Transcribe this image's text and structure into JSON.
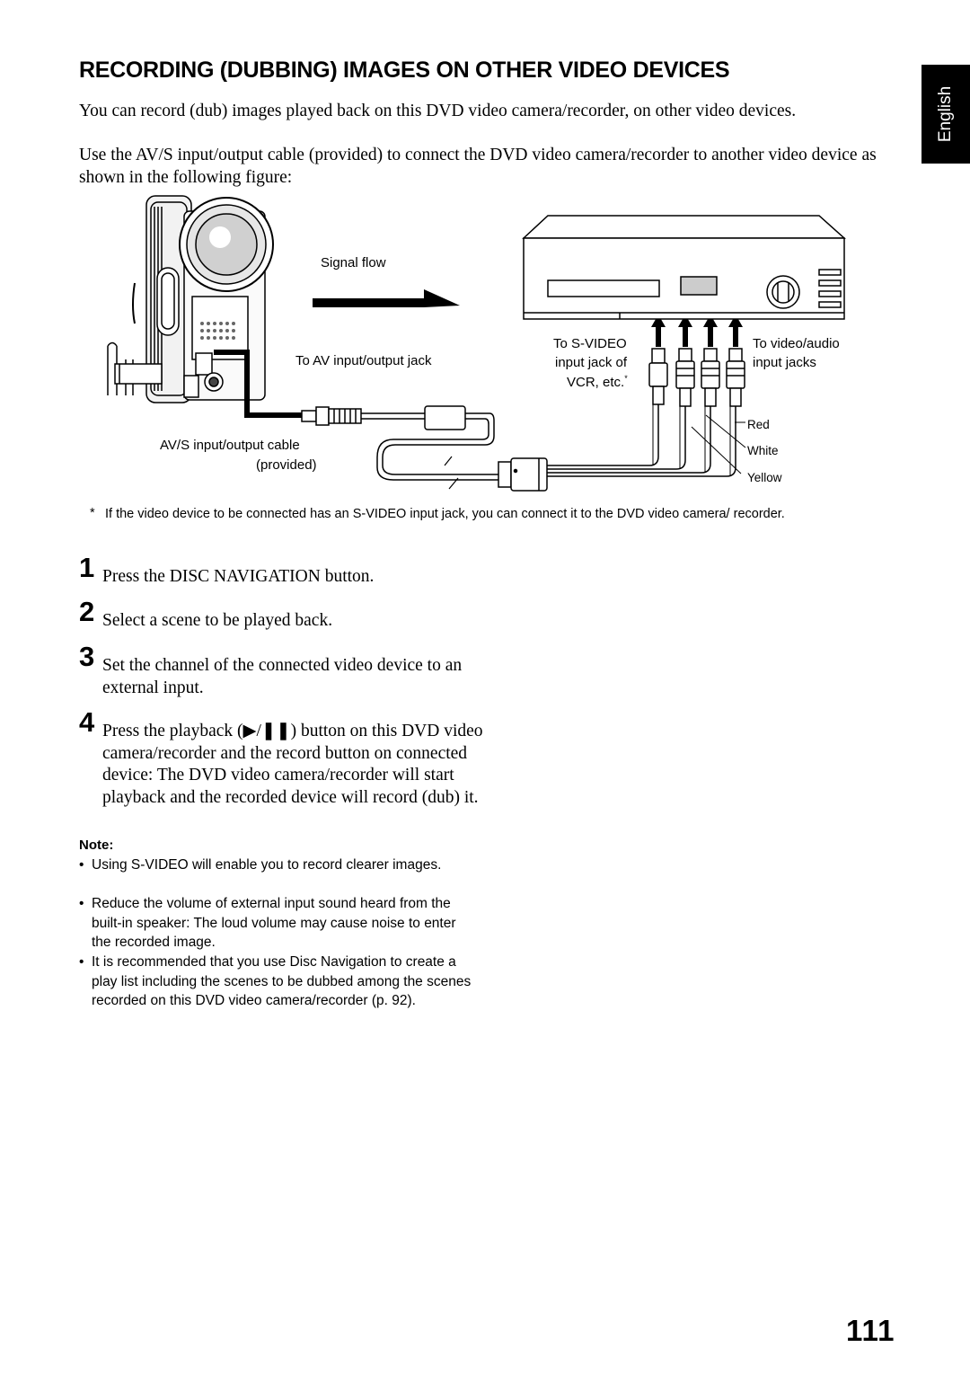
{
  "title": "RECORDING (DUBBING) IMAGES ON OTHER VIDEO DEVICES",
  "language_tab": "English",
  "intro": [
    "You can record (dub) images played back on this DVD video camera/recorder, on other video devices.",
    "Use the AV/S input/output cable (provided) to connect the DVD video camera/recorder to another video device as shown in the following figure:"
  ],
  "figure": {
    "signal_flow": "Signal flow",
    "av_jack": "To AV input/output jack",
    "cable_line1": "AV/S input/output cable",
    "cable_line2": "(provided)",
    "svideo_line1": "To S-VIDEO",
    "svideo_line2": "input jack of",
    "svideo_line3": "VCR, etc.",
    "svideo_mark": "*",
    "av_in_line1": "To video/audio",
    "av_in_line2": "input jacks",
    "plug_red": "Red",
    "plug_white": "White",
    "plug_yellow": "Yellow"
  },
  "footnote": {
    "mark": "*",
    "text": "If the video device to be connected has an S-VIDEO input jack, you can connect it to the DVD video camera/ recorder."
  },
  "steps": [
    {
      "num": "1",
      "text": "Press the DISC NAVIGATION button."
    },
    {
      "num": "2",
      "text": "Select a scene to be played back."
    },
    {
      "num": "3",
      "text": "Set the channel of the connected video device to an external input."
    },
    {
      "num": "4",
      "text": "Press the playback (▶/❚❚) button on this DVD video camera/recorder and the record button on connected device: The DVD video camera/recorder will start playback and the recorded device will record (dub) it."
    }
  ],
  "note": {
    "heading": "Note:",
    "items": [
      "Using S-VIDEO will enable you to record clearer images.",
      "Reduce the volume of external input sound heard from the built-in speaker: The loud volume may cause noise to enter the recorded image.",
      "It is recommended that you use Disc Navigation to create a play list including the scenes to be dubbed among the scenes recorded on this DVD video camera/recorder (p. 92)."
    ]
  },
  "page_number": "111"
}
